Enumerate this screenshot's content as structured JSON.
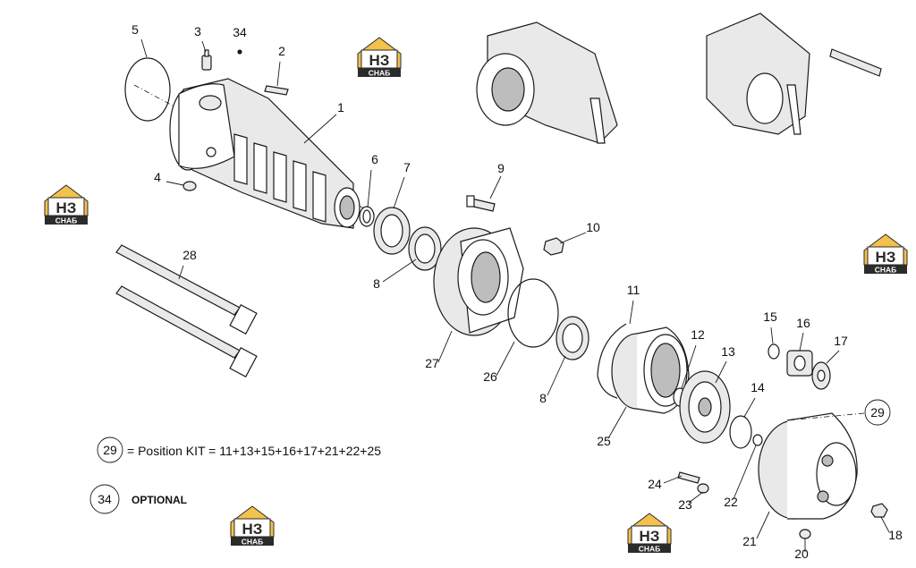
{
  "callouts": [
    "1",
    "2",
    "3",
    "4",
    "5",
    "6",
    "7",
    "8",
    "8",
    "9",
    "10",
    "11",
    "12",
    "13",
    "14",
    "15",
    "16",
    "17",
    "18",
    "20",
    "21",
    "22",
    "23",
    "24",
    "25",
    "26",
    "27",
    "28",
    "34"
  ],
  "circled_callout": "29",
  "legend": {
    "kit_number": "29",
    "kit_text": "= Position KIT = 11+13+15+16+17+21+22+25",
    "optional_number": "34",
    "optional_text": "OPTIONAL"
  },
  "watermark": {
    "letters": "НЗ",
    "word": "СНАБ",
    "colors": {
      "house": "#f2c14e",
      "band": "#2b2b2b",
      "text": "#ffffff"
    }
  },
  "colors": {
    "line": "#1a1a1a",
    "background": "#ffffff"
  }
}
